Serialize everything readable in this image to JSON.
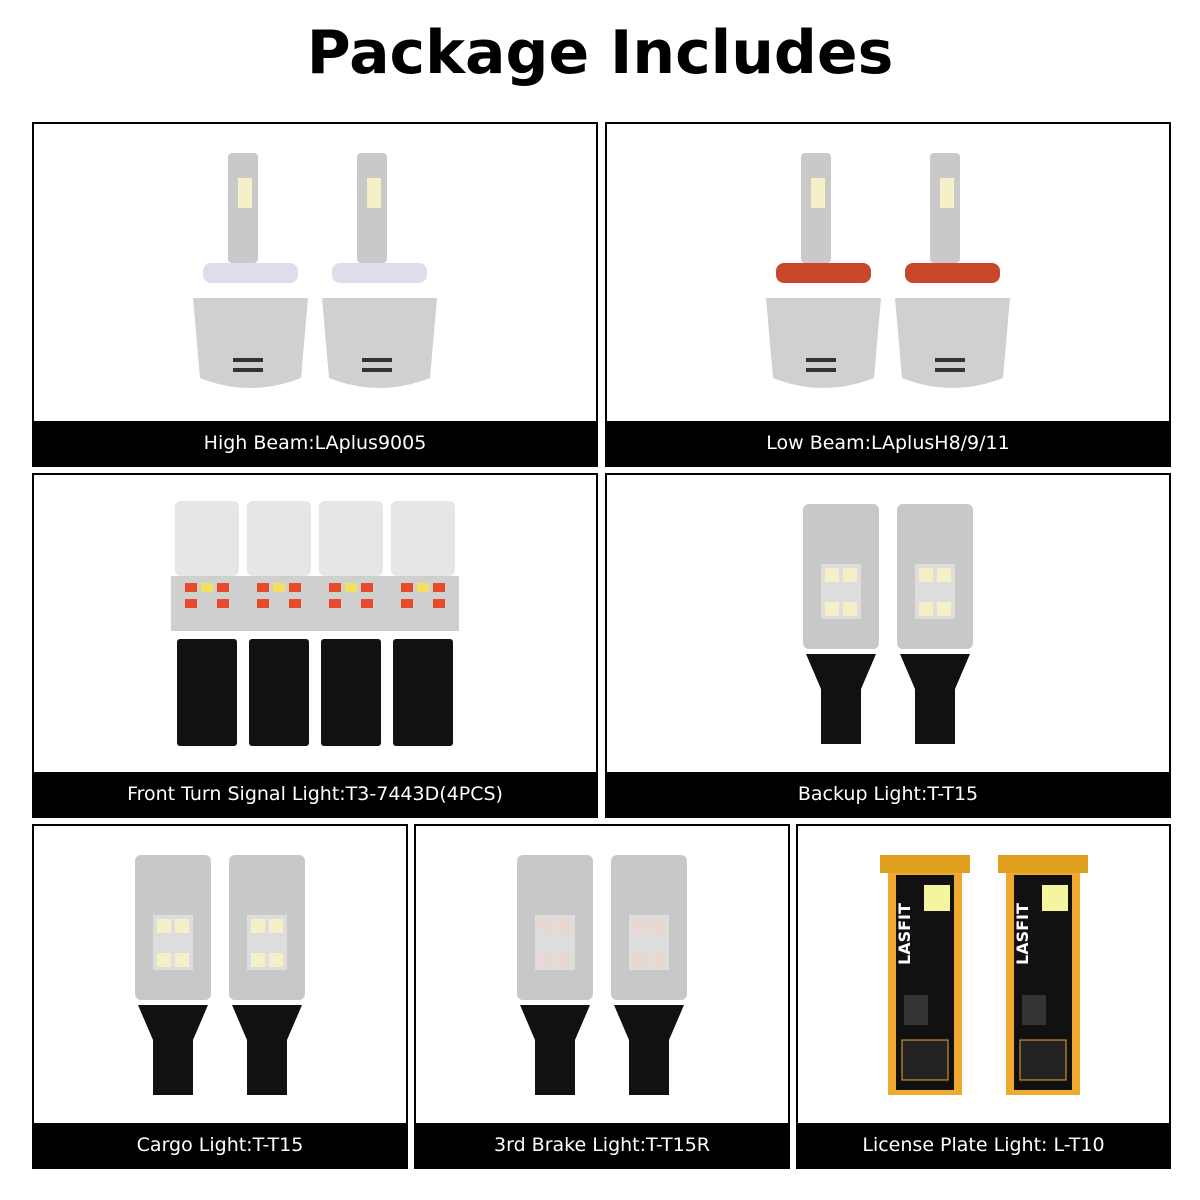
{
  "title": "Package Includes",
  "colors": {
    "label_bar": "#000000",
    "label_text": "#ffffff",
    "amber_board": "#f0a830",
    "red_led": "#e8492c",
    "white_led": "#f5f0c8"
  },
  "items": [
    {
      "label": "High Beam:LAplus9005",
      "product": "headlight-bulb",
      "count": 2
    },
    {
      "label": "Low Beam:LAplusH8/9/11",
      "product": "headlight-bulb-red-seal",
      "count": 2
    },
    {
      "label": "Front Turn Signal Light:T3-7443D(4PCS)",
      "product": "dual-color-led-bulb",
      "count": 4
    },
    {
      "label": "Backup Light:T-T15",
      "product": "white-led-bulb",
      "count": 2
    },
    {
      "label": "Cargo Light:T-T15",
      "product": "white-led-bulb",
      "count": 2
    },
    {
      "label": "3rd Brake Light:T-T15R",
      "product": "red-led-bulb",
      "count": 2
    },
    {
      "label": "License Plate Light: L-T10",
      "product": "t10-board-bulb",
      "count": 2,
      "brand": "LASFIT"
    }
  ]
}
